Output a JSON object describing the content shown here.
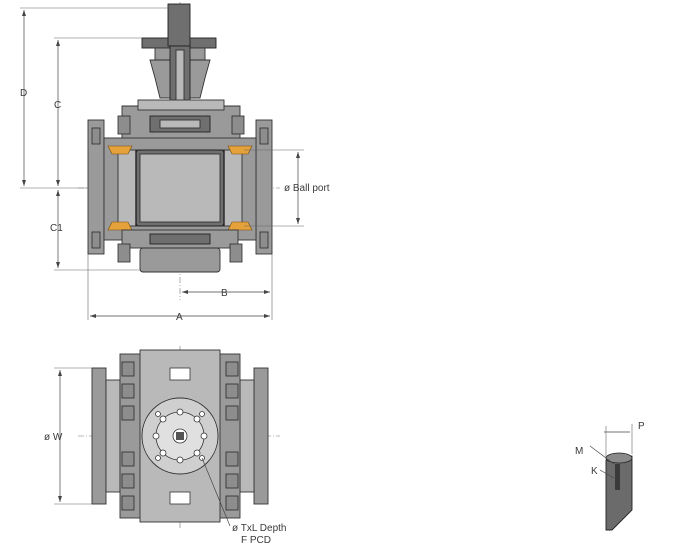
{
  "labels": {
    "D": "D",
    "C": "C",
    "C1": "C1",
    "ball_port": "ø Ball port",
    "B": "B",
    "A": "A",
    "W": "ø W",
    "tx_depth": "ø TxL Depth",
    "pcd": "F PCD",
    "M": "M",
    "K": "K",
    "P": "P"
  },
  "colors": {
    "body": "#9a9a9a",
    "body_light": "#b9b9b9",
    "body_dark": "#6f6f6f",
    "seal": "#e5a23a",
    "line": "#333333"
  }
}
